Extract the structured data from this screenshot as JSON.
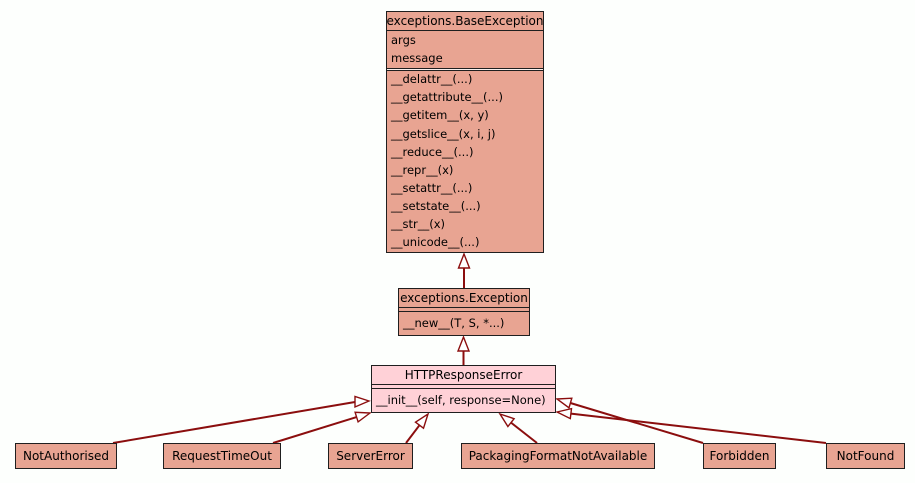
{
  "diagram": {
    "type": "uml-class-inheritance",
    "colors": {
      "background": "#fdfffd",
      "class_fill": "#e8a492",
      "highlight_fill": "#ffd1d7",
      "box_border": "#1f1f1f",
      "edge": "#8b0e0e",
      "text": "#000000"
    },
    "classes": [
      {
        "name": "exceptions.BaseException",
        "attributes": [
          "args",
          "message"
        ],
        "methods": [
          "__delattr__(...)",
          "__getattribute__(...)",
          "__getitem__(x, y)",
          "__getslice__(x, i, j)",
          "__reduce__(...)",
          "__repr__(x)",
          "__setattr__(...)",
          "__setstate__(...)",
          "__str__(x)",
          "__unicode__(...)"
        ]
      },
      {
        "name": "exceptions.Exception",
        "attributes": [],
        "methods": [
          "__new__(T, S, *...)"
        ]
      },
      {
        "name": "HTTPResponseError",
        "attributes": [],
        "methods": [
          "__init__(self, response=None)"
        ]
      },
      {
        "name": "NotAuthorised"
      },
      {
        "name": "RequestTimeOut"
      },
      {
        "name": "ServerError"
      },
      {
        "name": "PackagingFormatNotAvailable"
      },
      {
        "name": "Forbidden"
      },
      {
        "name": "NotFound"
      }
    ],
    "edges": [
      {
        "from": "exceptions.Exception",
        "to": "exceptions.BaseException",
        "type": "inheritance"
      },
      {
        "from": "HTTPResponseError",
        "to": "exceptions.Exception",
        "type": "inheritance"
      },
      {
        "from": "NotAuthorised",
        "to": "HTTPResponseError",
        "type": "inheritance"
      },
      {
        "from": "RequestTimeOut",
        "to": "HTTPResponseError",
        "type": "inheritance"
      },
      {
        "from": "ServerError",
        "to": "HTTPResponseError",
        "type": "inheritance"
      },
      {
        "from": "PackagingFormatNotAvailable",
        "to": "HTTPResponseError",
        "type": "inheritance"
      },
      {
        "from": "Forbidden",
        "to": "HTTPResponseError",
        "type": "inheritance"
      },
      {
        "from": "NotFound",
        "to": "HTTPResponseError",
        "type": "inheritance"
      }
    ]
  }
}
